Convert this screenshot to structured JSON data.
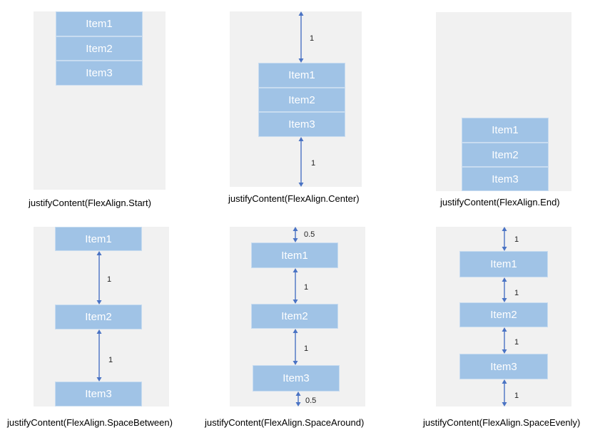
{
  "captions": {
    "start": "justifyContent(FlexAlign.Start)",
    "center": "justifyContent(FlexAlign.Center)",
    "end": "justifyContent(FlexAlign.End)",
    "space_between": "justifyContent(FlexAlign.SpaceBetween)",
    "space_around": "justifyContent(FlexAlign.SpaceAround)",
    "space_evenly": "justifyContent(FlexAlign.SpaceEvenly)"
  },
  "items": [
    "Item1",
    "Item2",
    "Item3"
  ],
  "spacing_labels": {
    "center": [
      "1",
      "1"
    ],
    "space_between": [
      "1",
      "1"
    ],
    "space_around": [
      "0.5",
      "1",
      "1",
      "0.5"
    ],
    "space_evenly": [
      "1",
      "1",
      "1",
      "1"
    ]
  },
  "colors": {
    "panel": "#f1f1f1",
    "item": "#a0c3e6",
    "arrow": "#4a73c4"
  }
}
